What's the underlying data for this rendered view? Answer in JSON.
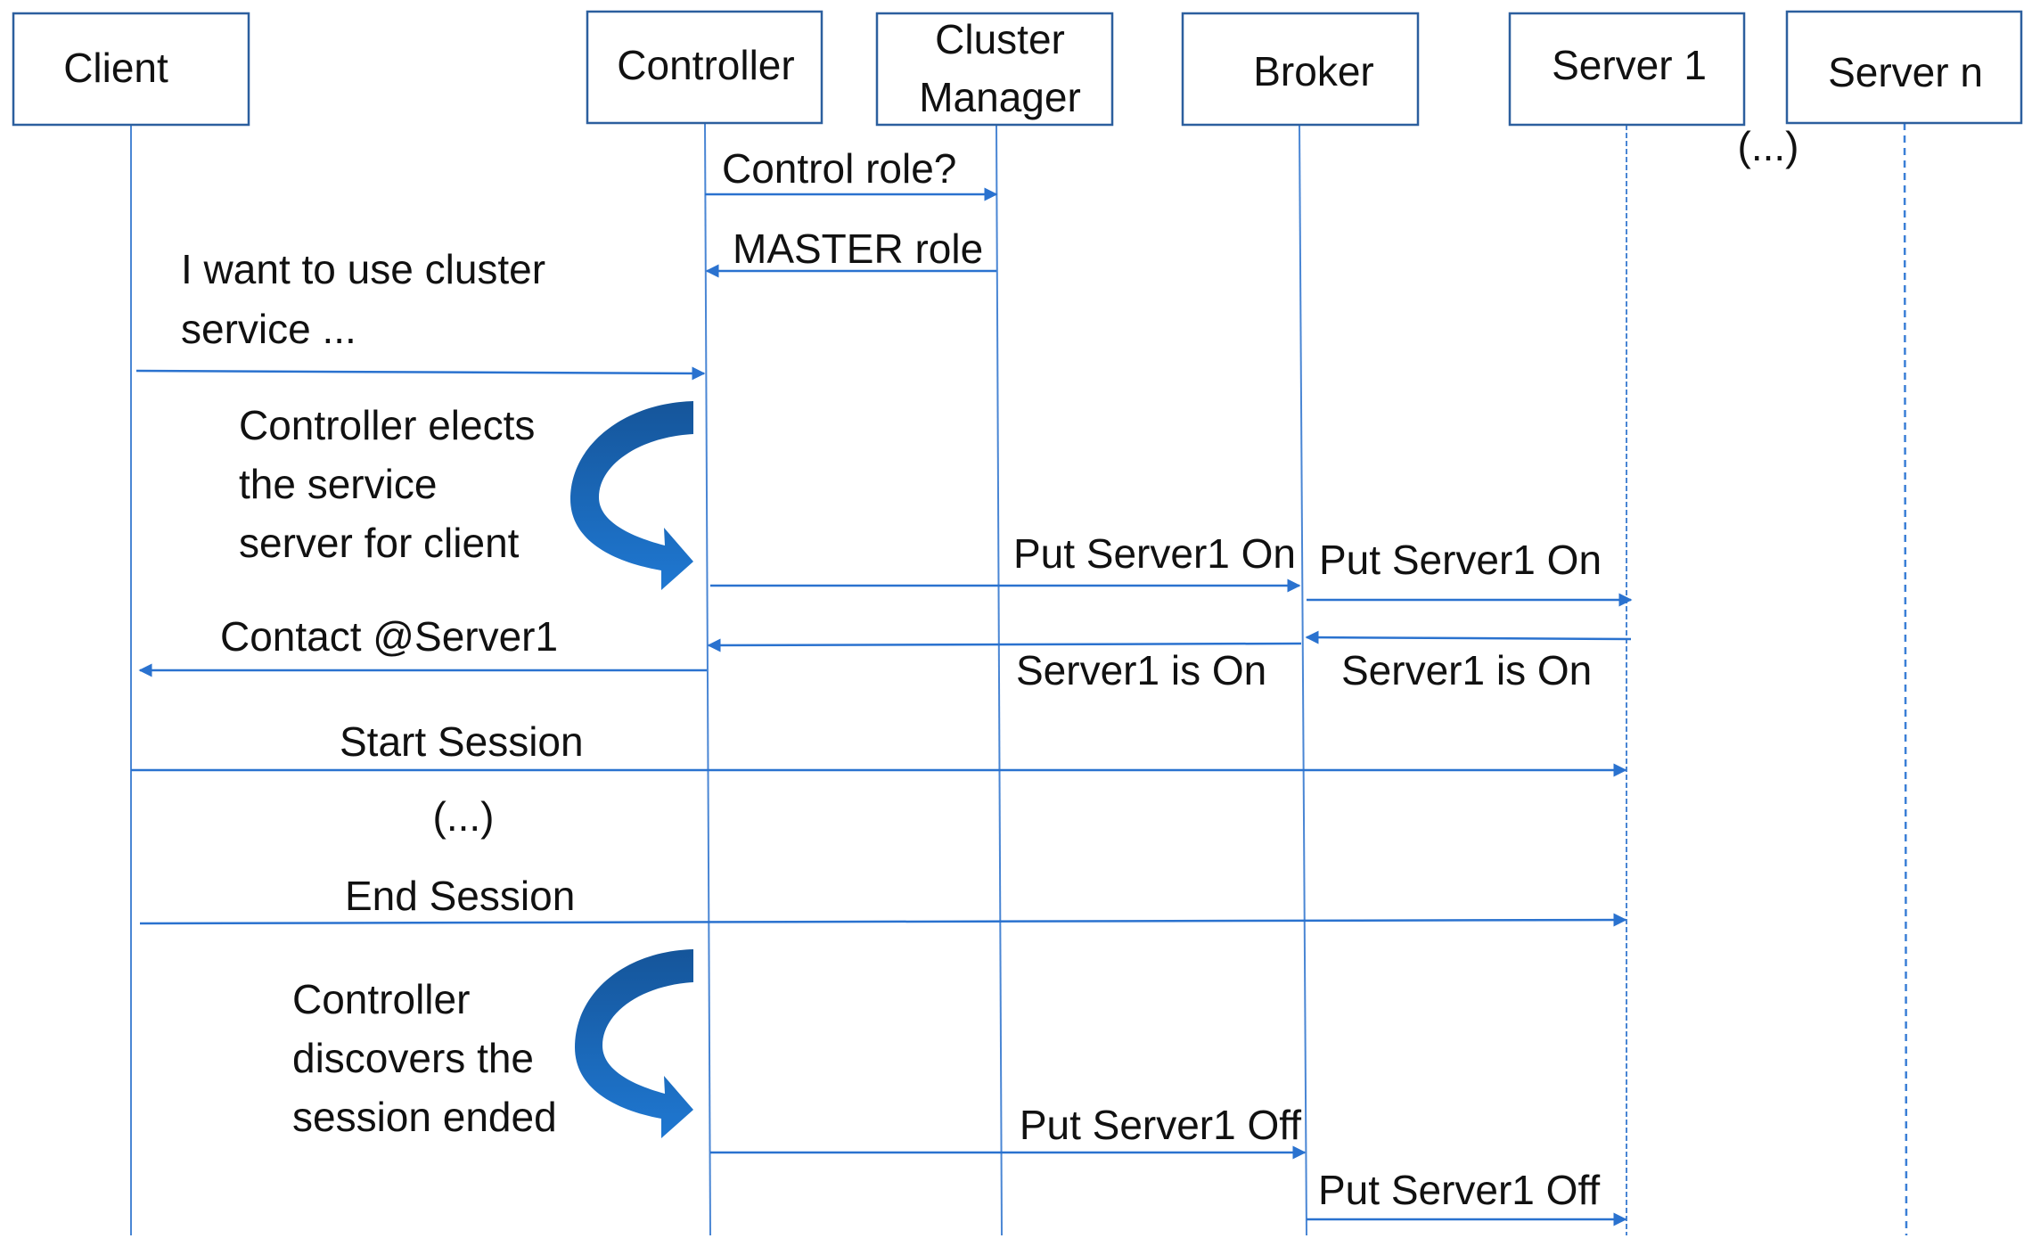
{
  "participants": {
    "client": "Client",
    "controller": "Controller",
    "cluster_manager_line1": "Cluster",
    "cluster_manager_line2": "Manager",
    "broker": "Broker",
    "server1": "Server 1",
    "servern": "Server n"
  },
  "ellipsis_servers": "(...)",
  "messages": {
    "control_role": "Control role?",
    "master_role": "MASTER role",
    "want_line1": "I want to use cluster",
    "want_line2": "service ...",
    "put_on_broker": "Put Server1 On",
    "put_on_server": "Put Server1 On",
    "is_on_server": "Server1 is On",
    "is_on_broker": "Server1 is On",
    "contact": "Contact @Server1",
    "start_session": "Start Session",
    "session_ellipsis": "(...)",
    "end_session": "End Session",
    "put_off_broker": "Put Server1 Off",
    "put_off_server": "Put Server1 Off"
  },
  "notes": {
    "elect": [
      "Controller elects",
      "the service",
      "server for client"
    ],
    "discover": [
      "Controller",
      "discovers the",
      "session ended"
    ]
  },
  "colors": {
    "line": "#2a72cf",
    "box_border": "#2c5f9e",
    "curved_arrow": "#1f6fc6"
  }
}
